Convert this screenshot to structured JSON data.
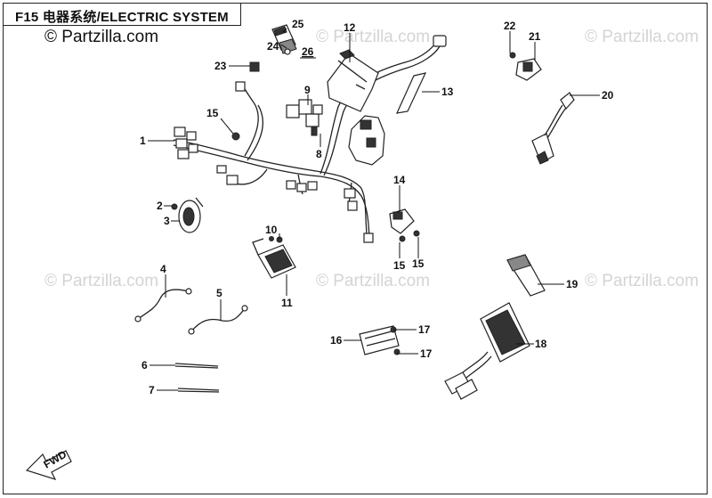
{
  "header": {
    "title": "F15 电器系统/ELECTRIC SYSTEM",
    "copyright": "© Partzilla.com"
  },
  "watermark": "© Partzilla.com",
  "callouts": [
    "1",
    "2",
    "3",
    "4",
    "5",
    "6",
    "7",
    "8",
    "9",
    "10",
    "11",
    "12",
    "13",
    "14",
    "15",
    "15",
    "15",
    "16",
    "17",
    "17",
    "18",
    "19",
    "20",
    "21",
    "22",
    "23",
    "24",
    "25",
    "26"
  ],
  "fwd_label": "FWD"
}
